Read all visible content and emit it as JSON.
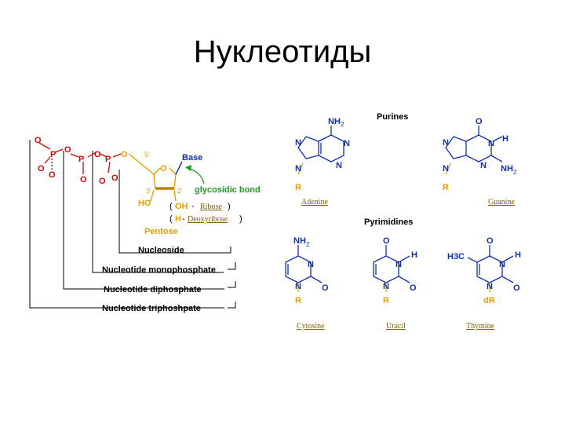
{
  "slide": {
    "title": "Нуклеотиды"
  },
  "left": {
    "phosphate": {
      "O": "O",
      "P": "P",
      "minus": "-"
    },
    "sugar": {
      "base": "Base",
      "c5": "5'",
      "c3": "3'",
      "c2": "2'",
      "ho": "HO",
      "oh": "OH",
      "h": "H",
      "o": "O"
    },
    "ribose_link": "Ribose",
    "deoxyribose_link": "Deoxyribose",
    "glycosidic": "glycosidic bond",
    "pentose": "Pentose",
    "levels": [
      "Nucleoside",
      "Nucleotide monophosphate",
      "Nucleotide diphosphate",
      "Nucleotide triphoshpate"
    ]
  },
  "right": {
    "purines_heading": "Purines",
    "pyrimidines_heading": "Pyrimidines",
    "bases": {
      "adenine": "Adenine",
      "guanine": "Guanine",
      "cytosine": "Cytosine",
      "uracil": "Uracil",
      "thymine": "Thymine"
    },
    "atoms": {
      "N": "N",
      "O": "O",
      "H": "H",
      "R": "R",
      "NH": "NH",
      "sub2": "2",
      "H3C": "H3C",
      "dR": "dR"
    }
  }
}
